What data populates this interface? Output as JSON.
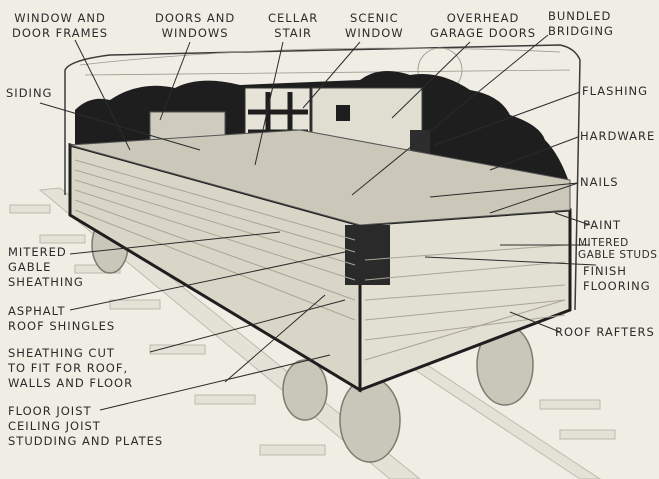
{
  "diagram": {
    "subject": "Railroad boxcar loaded with precut house materials",
    "colors": {
      "background": "#efede4",
      "ink": "#2b2b2b",
      "dark_fill": "#1e1e1e",
      "lumber": "#d9d6c8",
      "lumber_shadow": "#a9a696"
    },
    "labels": {
      "window_frames": "WINDOW AND\nDOOR FRAMES",
      "doors_windows": "DOORS AND\nWINDOWS",
      "cellar_stair": "CELLAR\nSTAIR",
      "scenic_window": "SCENIC\nWINDOW",
      "garage_doors": "OVERHEAD\nGARAGE DOORS",
      "bridging": "BUNDLED\nBRIDGING",
      "siding": "SIDING",
      "flashing": "FLASHING",
      "hardware": "HARDWARE",
      "nails": "NAILS",
      "paint": "PAINT",
      "gable_studs": "MITERED\nGABLE STUDS",
      "finish_flooring": "FINISH\nFLOORING",
      "roof_rafters": "ROOF RAFTERS",
      "gable_sheathing": "MITERED\nGABLE\nSHEATHING",
      "shingles": "ASPHALT\nROOF SHINGLES",
      "sheathing_cut": "SHEATHING CUT\nTO FIT FOR ROOF,\nWALLS AND FLOOR",
      "joists": "FLOOR JOIST\nCEILING JOIST\nSTUDDING AND PLATES"
    }
  }
}
